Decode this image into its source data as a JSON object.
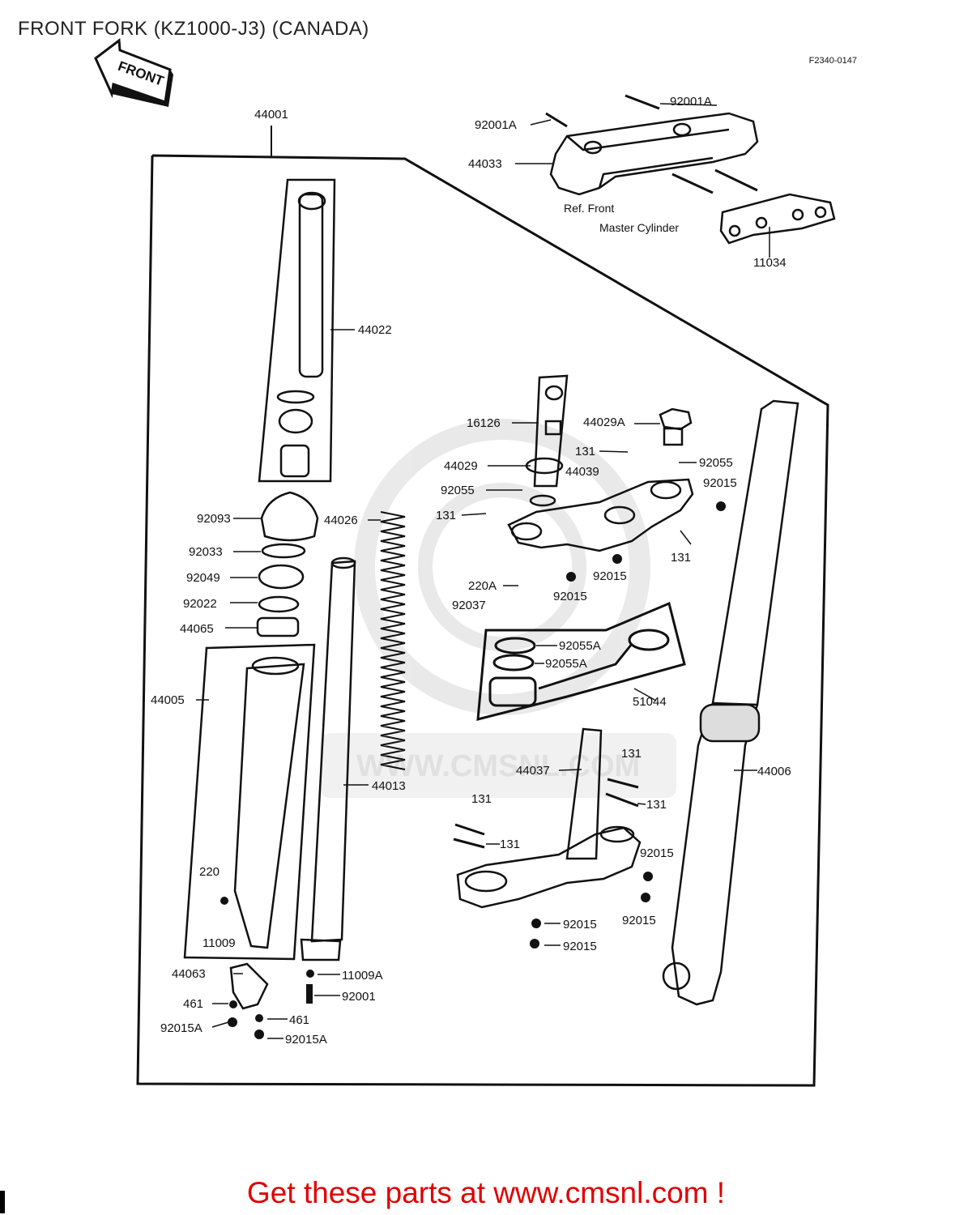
{
  "title": "FRONT FORK (KZ1000-J3) (CANADA)",
  "diagram_code": "F2340-0147",
  "front_arrow_label": "FRONT",
  "watermark": "WWW.CMSNL.COM",
  "note": {
    "line1": "Ref. Front",
    "line2": "Master Cylinder"
  },
  "footer": "Get these parts at www.cmsnl.com !",
  "labels": {
    "p44001": "44001",
    "p92001A_top": "92001A",
    "p92001A_left": "92001A",
    "p44033": "44033",
    "p11034": "11034",
    "p44022": "44022",
    "p16126": "16126",
    "p44029A": "44029A",
    "p131_a": "131",
    "p92055_a": "92055",
    "p44029": "44029",
    "p44039": "44039",
    "p92015_a": "92015",
    "p92055_b": "92055",
    "p131_b": "131",
    "p131_c": "131",
    "p92093": "92093",
    "p44026": "44026",
    "p92033": "92033",
    "p92049": "92049",
    "p92022": "92022",
    "p44065": "44065",
    "p220A": "220A",
    "p92015_b": "92015",
    "p92015_c": "92015",
    "p92037": "92037",
    "p92055A_a": "92055A",
    "p92055A_b": "92055A",
    "p51044": "51044",
    "p44005": "44005",
    "p44037": "44037",
    "p131_d": "131",
    "p131_e": "131",
    "p44006": "44006",
    "p44013": "44013",
    "p131_f": "131",
    "p131_g": "131",
    "p92015_d": "92015",
    "p220": "220",
    "p92015_e": "92015",
    "p92015_f": "92015",
    "p92015_g": "92015",
    "p11009": "11009",
    "p44063": "44063",
    "p11009A": "11009A",
    "p92001": "92001",
    "p461_a": "461",
    "p461_b": "461",
    "p92015A_a": "92015A",
    "p92015A_b": "92015A"
  },
  "colors": {
    "line": "#111111",
    "footer": "#e00000",
    "watermark": "#d8d8d8"
  }
}
